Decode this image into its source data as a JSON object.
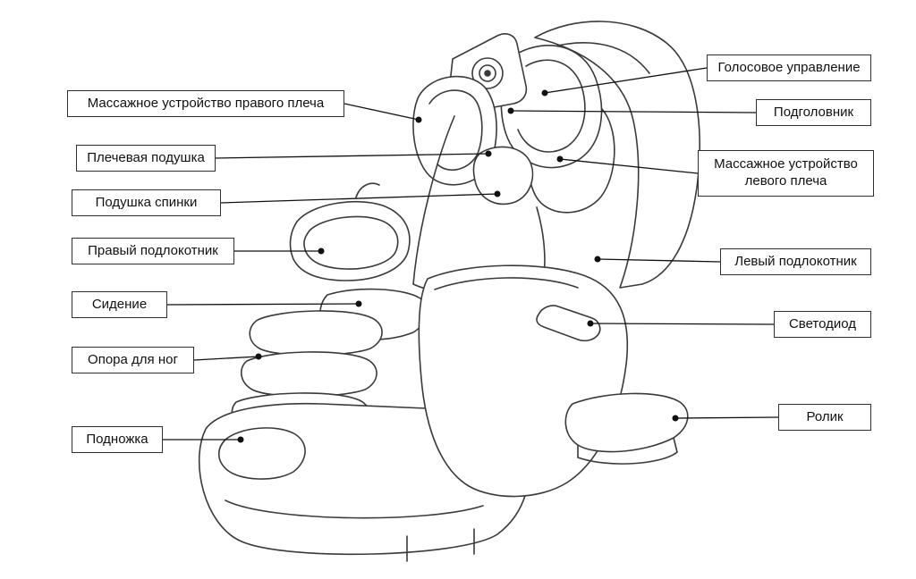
{
  "colors": {
    "line_art": "#3a3a3a",
    "leader_line": "#111111",
    "label_border": "#2f2f2f",
    "background": "#ffffff"
  },
  "diagram": {
    "labels": [
      {
        "id": "right-shoulder-massage",
        "side": "left",
        "text": "Массажное устройство правого плеча"
      },
      {
        "id": "shoulder-pillow",
        "side": "left",
        "text": "Плечевая подушка"
      },
      {
        "id": "back-cushion",
        "side": "left",
        "text": "Подушка спинки"
      },
      {
        "id": "right-armrest",
        "side": "left",
        "text": "Правый подлокотник"
      },
      {
        "id": "seat",
        "side": "left",
        "text": "Сидение"
      },
      {
        "id": "leg-support",
        "side": "left",
        "text": "Опора для ног"
      },
      {
        "id": "footrest",
        "side": "left",
        "text": "Подножка"
      },
      {
        "id": "voice-control",
        "side": "right",
        "text": "Голосовое управление"
      },
      {
        "id": "headrest",
        "side": "right",
        "text": "Подголовник"
      },
      {
        "id": "left-shoulder-massage",
        "side": "right",
        "text": "Массажное устройство левого плеча"
      },
      {
        "id": "left-armrest",
        "side": "right",
        "text": "Левый подлокотник"
      },
      {
        "id": "led",
        "side": "right",
        "text": "Светодиод"
      },
      {
        "id": "roller",
        "side": "right",
        "text": "Ролик"
      }
    ]
  }
}
